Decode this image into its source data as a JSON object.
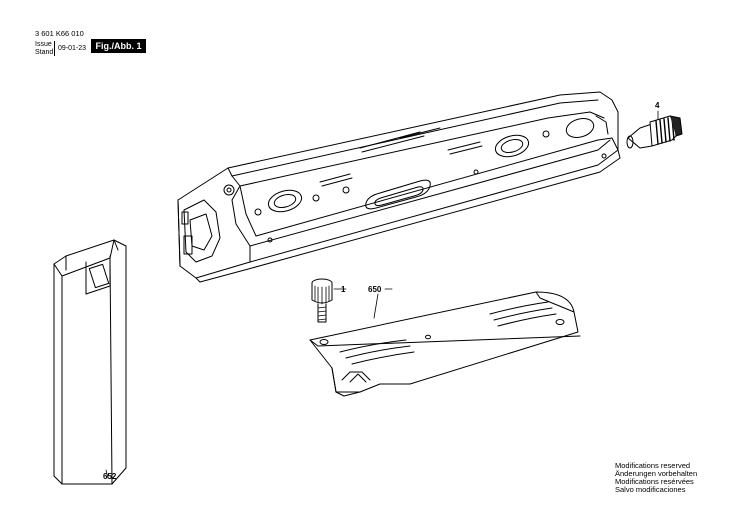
{
  "header": {
    "doc_number": "3 601 K66 010",
    "issue_label": "Issue",
    "stand_label": "Stand",
    "date": "09-01-23",
    "figure_badge": "Fig./Abb. 1"
  },
  "callouts": {
    "part_4": "4",
    "part_1": "1",
    "part_650": "650",
    "part_652": "652"
  },
  "notes": [
    "Modifications reserved",
    "Änderungen vorbehalten",
    "Modifications resérvées",
    "Salvo modificaciones"
  ]
}
